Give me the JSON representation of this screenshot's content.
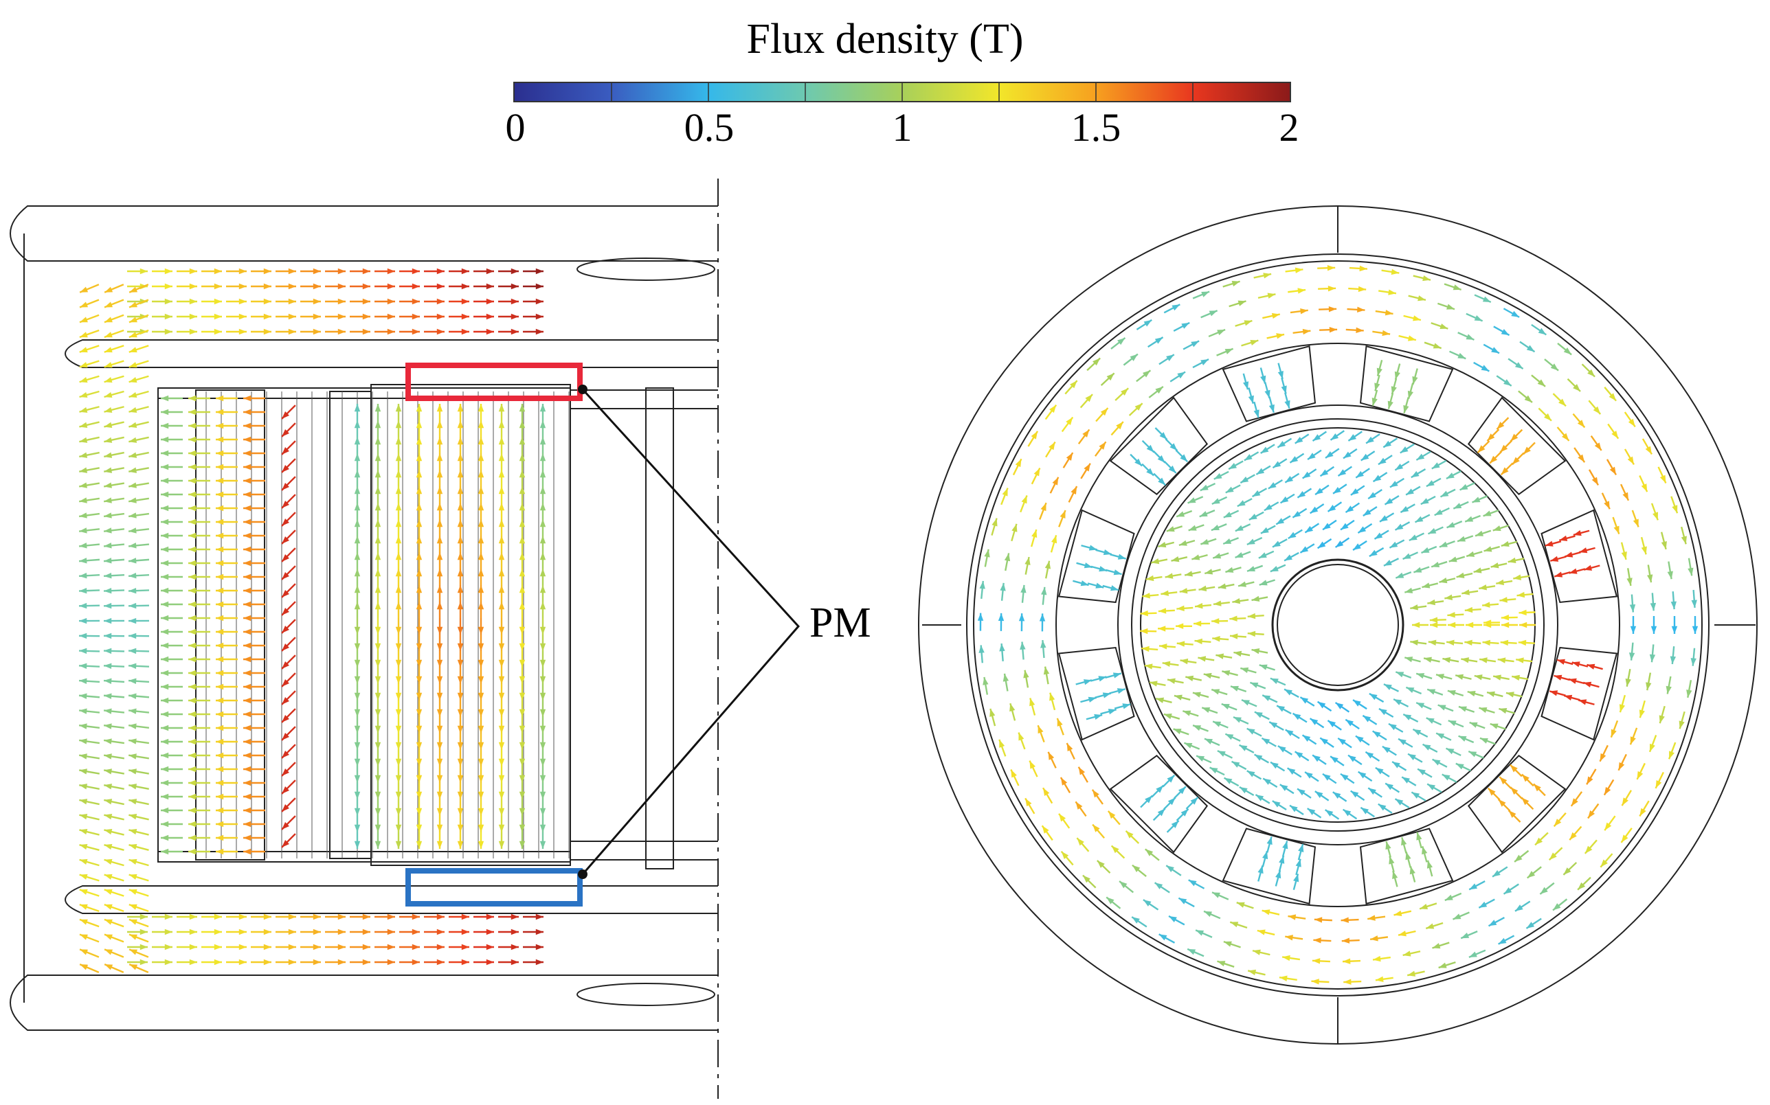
{
  "colorbar": {
    "title": "Flux density (T)",
    "ticks": [
      "0",
      "0.5",
      "1",
      "1.5",
      "2"
    ],
    "min": 0,
    "max": 2,
    "colormap": [
      "#2b2f8f",
      "#3a5cc0",
      "#35b8ea",
      "#6dc9b0",
      "#a8d05a",
      "#f2e62a",
      "#f7a01f",
      "#e8371f",
      "#8b1a1a"
    ]
  },
  "callout": {
    "label": "PM"
  },
  "highlights": {
    "upper_magnet_color": "#e8283a",
    "lower_magnet_color": "#2a73c4"
  },
  "views": [
    {
      "name": "axial-section-view"
    },
    {
      "name": "cross-section-view"
    }
  ]
}
